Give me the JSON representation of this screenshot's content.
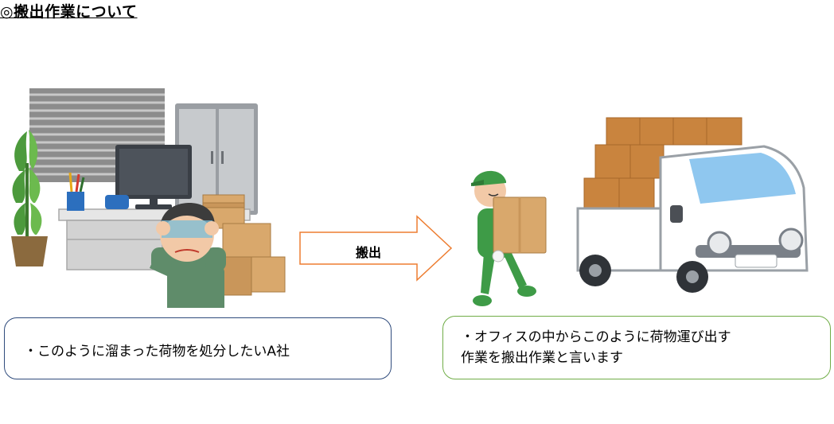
{
  "title": "◎搬出作業について",
  "arrow": {
    "label": "搬出",
    "stroke": "#ed7d31"
  },
  "left_callout": {
    "text": "・このように溜まった荷物を処分したいA社",
    "border": "#2f4b7c"
  },
  "right_callout": {
    "line1": "・オフィスの中からこのように荷物運び出す",
    "line2": "作業を搬出作業と言います",
    "border": "#70ad47"
  }
}
